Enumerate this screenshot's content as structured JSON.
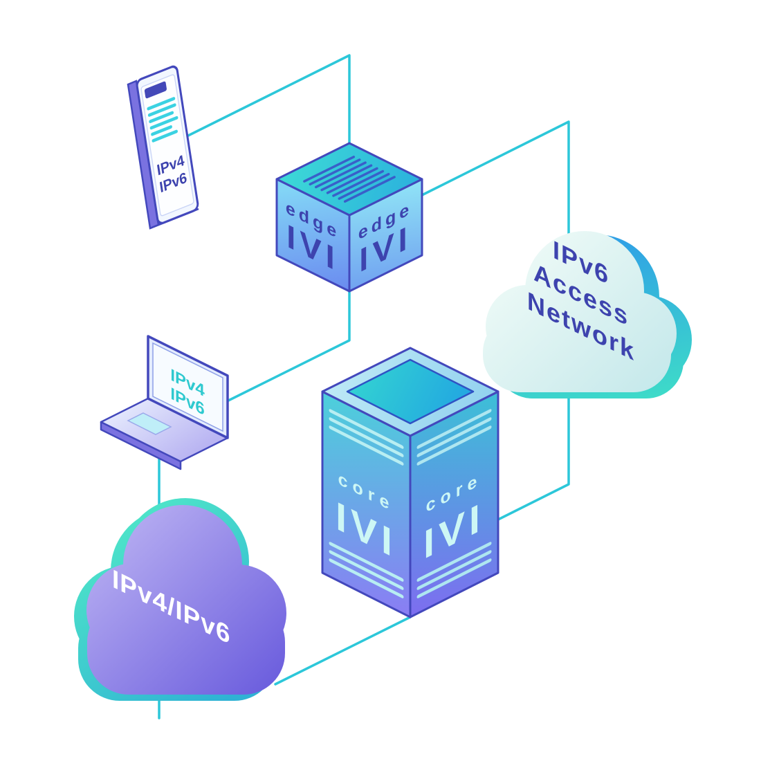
{
  "diagram": {
    "phone": {
      "line1": "IPv4",
      "line2": "IPv6"
    },
    "laptop": {
      "line1": "IPv4",
      "line2": "IPv6"
    },
    "edge_router": {
      "left_label": "edge",
      "left_big": "IVI",
      "right_label": "edge",
      "right_big": "IVI"
    },
    "core_router": {
      "left_label": "core",
      "left_big": "IVI",
      "right_label": "core",
      "right_big": "IVI"
    },
    "access_cloud": {
      "line1": "IPv6",
      "line2": "Access",
      "line3": "Network"
    },
    "dual_stack_cloud": {
      "label": "IPv4/IPv6"
    }
  },
  "colors": {
    "background": "#ffffff",
    "connector": "#2cc7d9",
    "outline_indigo": "#4348bc",
    "label_indigo": "#3d43ae",
    "label_teal": "#2fc9cf",
    "label_light_cyan": "#cdf7f5",
    "label_white": "#ffffff",
    "teal_accent": "#3fd6c6",
    "purple_accent": "#6a5cdd"
  }
}
